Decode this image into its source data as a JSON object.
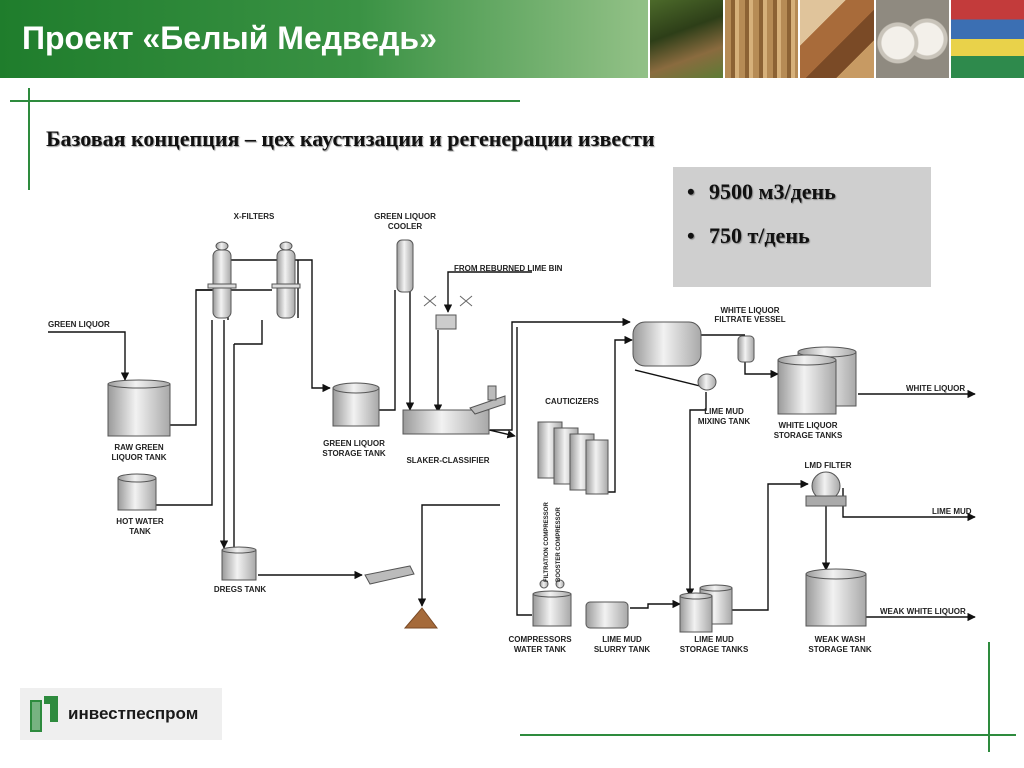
{
  "header": {
    "title": "Проект «Белый Медведь»"
  },
  "subtitle": "Базовая концепция – цех каустизации и регенерации извести",
  "info": {
    "bullets": [
      "9500 м3/день",
      "750 т/день"
    ]
  },
  "diagram": {
    "x_filters": "X-FILTERS",
    "green_liquor_cooler_1": "GREEN LIQUOR",
    "green_liquor_cooler_2": "COOLER",
    "from_reburned_lime_bin": "FROM REBURNED LIME BIN",
    "green_liquor_in": "GREEN LIQUOR",
    "raw_green_liquor_tank_1": "RAW GREEN",
    "raw_green_liquor_tank_2": "LIQUOR TANK",
    "hot_water_tank_1": "HOT WATER",
    "hot_water_tank_2": "TANK",
    "green_liquor_storage_1": "GREEN LIQUOR",
    "green_liquor_storage_2": "STORAGE TANK",
    "slaker_classifier": "SLAKER-CLASSIFIER",
    "causticizers": "CAUTICIZERS",
    "white_liquor_filtrate_1": "WHITE LIQUOR",
    "white_liquor_filtrate_2": "FILTRATE VESSEL",
    "white_liquor_out": "WHITE LIQUOR",
    "white_liquor_storage_1": "WHITE LIQUOR",
    "white_liquor_storage_2": "STORAGE TANKS",
    "lime_mud_mixing_1": "LIME MUD",
    "lime_mud_mixing_2": "MIXING TANK",
    "lmd_filter": "LMD FILTER",
    "lime_mud_out": "LIME MUD",
    "weak_white_liquor_out": "WEAK WHITE LIQUOR",
    "dregs_tank": "DREGS TANK",
    "filtration_compressor": "FILTRATION COMPRESSOR",
    "booster_compressor": "BOOSTER COMPRESSOR",
    "compressors_water_1": "COMPRESSORS",
    "compressors_water_2": "WATER TANK",
    "lime_mud_slurry_1": "LIME MUD",
    "lime_mud_slurry_2": "SLURRY TANK",
    "lime_mud_storage_1": "LIME MUD",
    "lime_mud_storage_2": "STORAGE TANKS",
    "weak_wash_1": "WEAK WASH",
    "weak_wash_2": "STORAGE TANK"
  },
  "logo": {
    "text": "инвестпеспром"
  },
  "colors": {
    "accent": "#2e8b3e",
    "header_dark": "#1f7d2c",
    "info_box": "#cfcfcf"
  }
}
